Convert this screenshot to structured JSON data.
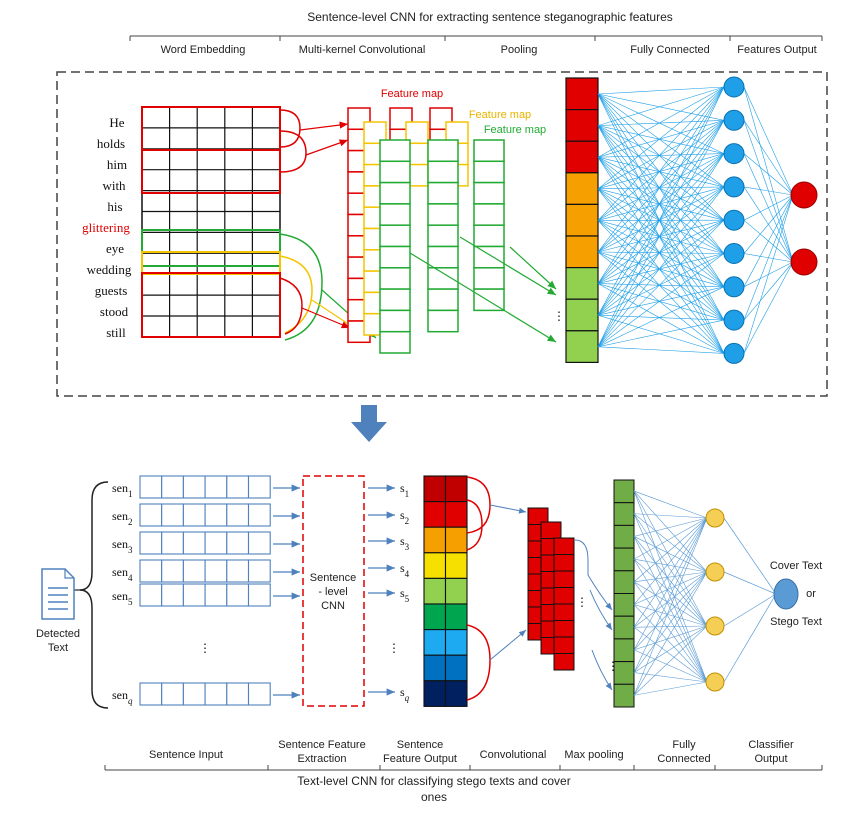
{
  "top": {
    "title": "Sentence-level CNN for extracting sentence steganographic features",
    "stages": [
      "Word Embedding",
      "Multi-kernel Convolutional",
      "Pooling",
      "Fully Connected",
      "Features Output"
    ],
    "words": [
      "He",
      "holds",
      "him",
      "with",
      "his",
      "glittering",
      "eye",
      "wedding",
      "guests",
      "stood",
      "still"
    ],
    "highlight_word": "glittering",
    "feature_maps": [
      {
        "label": "Feature map",
        "color": "#e00000"
      },
      {
        "label": "Feature map",
        "color": "#f5c400"
      },
      {
        "label": "Feature map",
        "color": "#22aa33"
      }
    ],
    "pooling_colors": [
      "#e00000",
      "#e00000",
      "#e00000",
      "#f5a000",
      "#f5a000",
      "#f5a000",
      "#92d050",
      "#92d050",
      "#92d050"
    ],
    "fc_node_color": "#1e9fe8",
    "output_node_color": "#e00000"
  },
  "bottom": {
    "sentences": [
      {
        "base": "sen",
        "sub": "1"
      },
      {
        "base": "sen",
        "sub": "2"
      },
      {
        "base": "sen",
        "sub": "3"
      },
      {
        "base": "sen",
        "sub": "4"
      },
      {
        "base": "sen",
        "sub": "5"
      },
      {
        "base": "sen",
        "sub": "q"
      }
    ],
    "outputs": [
      {
        "base": "s",
        "sub": "1"
      },
      {
        "base": "s",
        "sub": "2"
      },
      {
        "base": "s",
        "sub": "3"
      },
      {
        "base": "s",
        "sub": "4"
      },
      {
        "base": "s",
        "sub": "5"
      },
      {
        "base": "s",
        "sub": "q"
      }
    ],
    "detected_line1": "Detected",
    "detected_line2": "Text",
    "extractor_line1": "Sentence",
    "extractor_line2": "- level",
    "extractor_line3": "CNN",
    "feature_colors": [
      "#c00000",
      "#e00000",
      "#f5a000",
      "#f5e000",
      "#92d050",
      "#00a550",
      "#1eaaf0",
      "#0070c0",
      "#002060"
    ],
    "conv_color": "#e00000",
    "pool_color": "#70ad47",
    "fc_node_color": "#f5cf55",
    "out_node_color": "#5b9bd5",
    "cover_text": "Cover Text",
    "or_text": "or",
    "stego_text": "Stego Text",
    "stage_labels": [
      {
        "lines": [
          "Sentence Input"
        ]
      },
      {
        "lines": [
          "Sentence Feature",
          "Extraction"
        ]
      },
      {
        "lines": [
          "Sentence",
          "Feature Output"
        ]
      },
      {
        "lines": [
          "Convolutional"
        ]
      },
      {
        "lines": [
          "Max pooling"
        ]
      },
      {
        "lines": [
          "Fully",
          "Connected"
        ]
      },
      {
        "lines": [
          "Classifier",
          "Output"
        ]
      }
    ],
    "caption_line1": "Text-level CNN for classifying stego texts and cover",
    "caption_line2": "ones",
    "dots": "⋮"
  },
  "arrow_color": "#4f81bd"
}
